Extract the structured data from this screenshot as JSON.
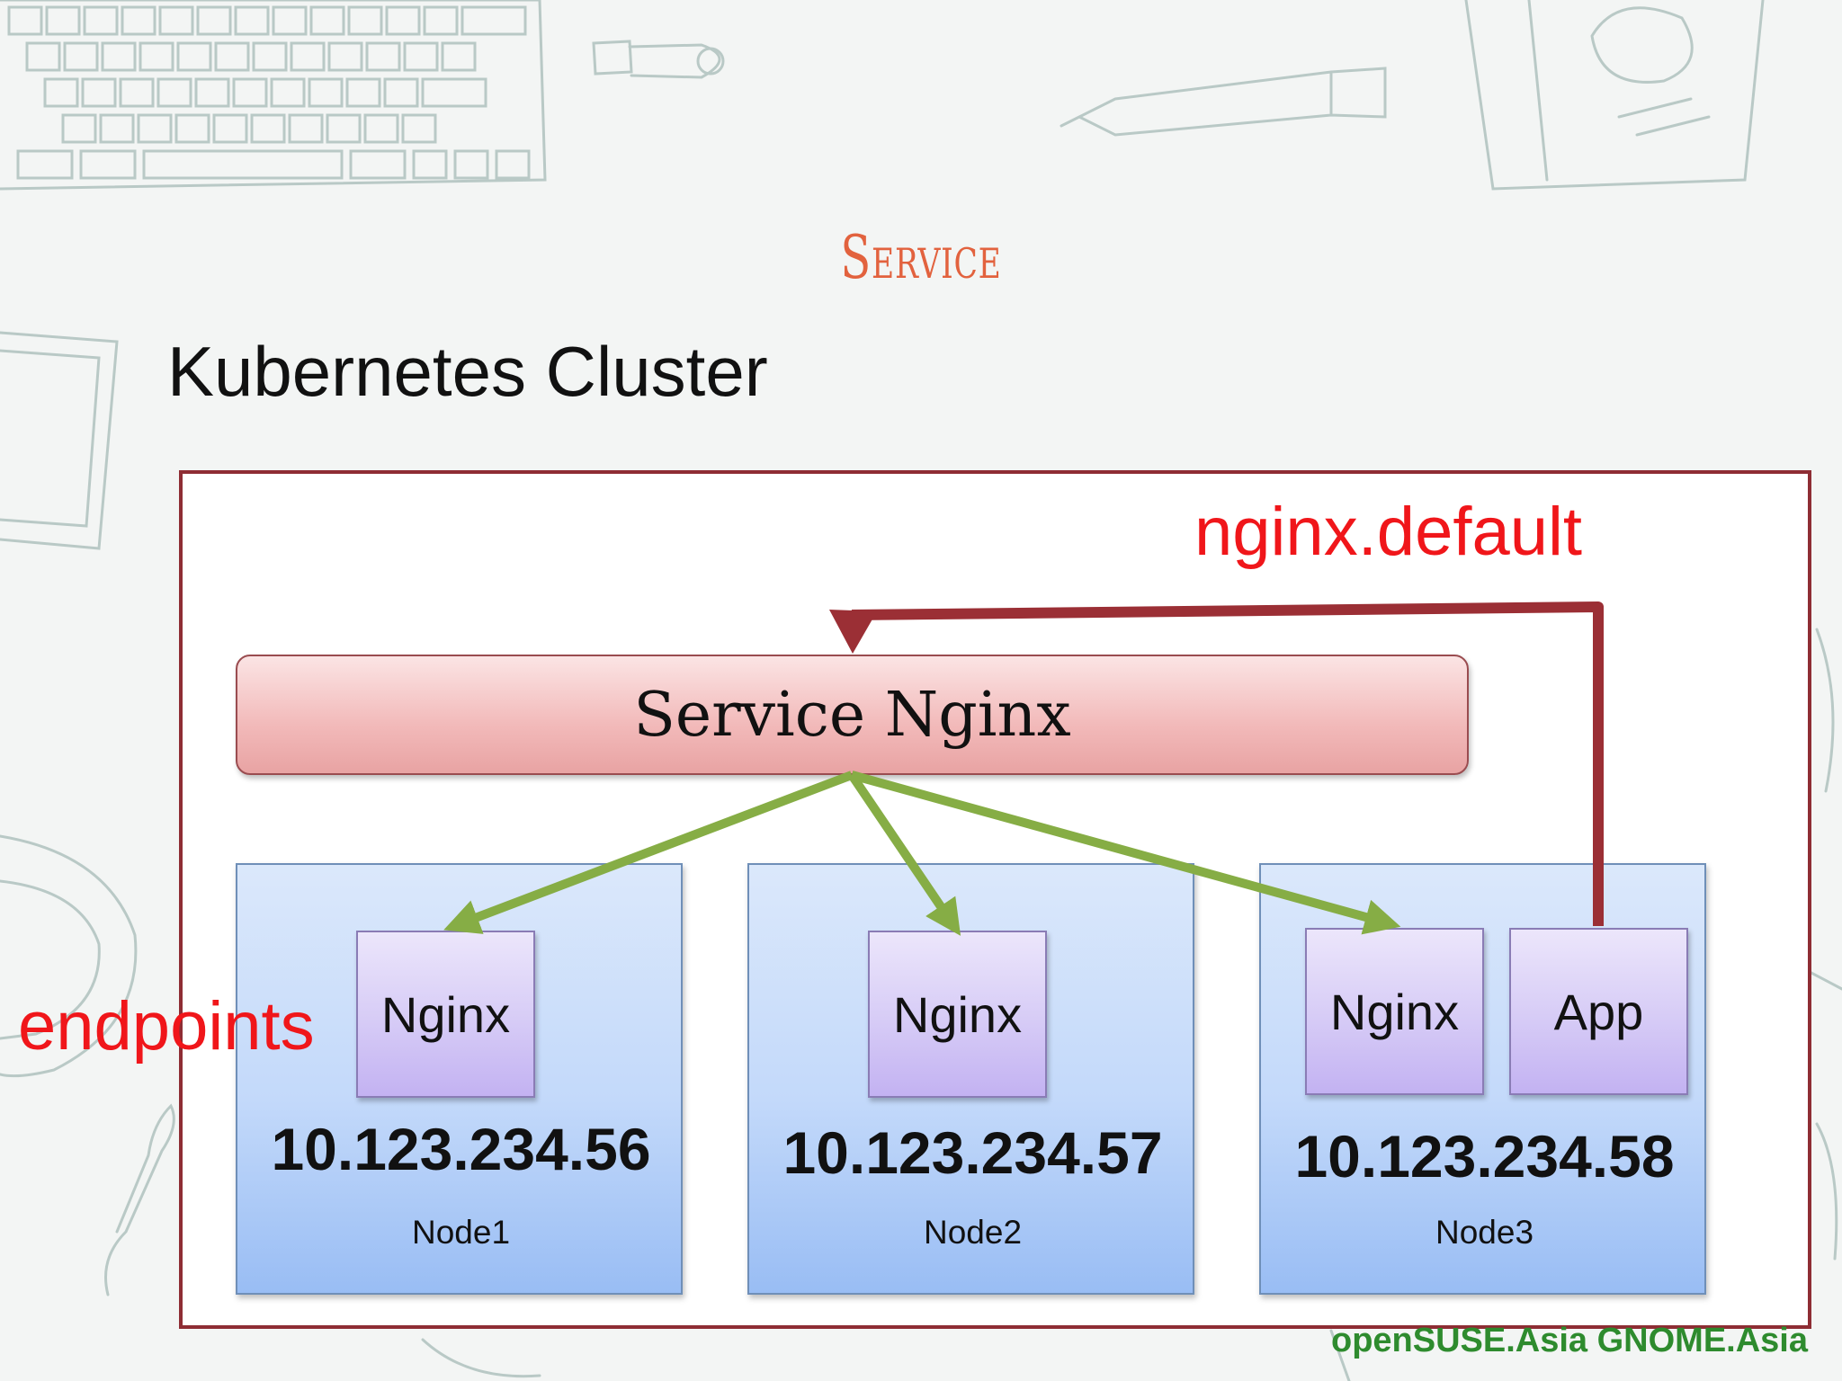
{
  "slide": {
    "title": "Service",
    "heading": "Kubernetes Cluster"
  },
  "diagram": {
    "service": {
      "label": "Service Nginx"
    },
    "dns_label": "nginx.default",
    "endpoints_label": "endpoints",
    "nodes": [
      {
        "name": "Node1",
        "ip": "10.123.234.56",
        "pods": [
          "Nginx"
        ]
      },
      {
        "name": "Node2",
        "ip": "10.123.234.57",
        "pods": [
          "Nginx"
        ]
      },
      {
        "name": "Node3",
        "ip": "10.123.234.58",
        "pods": [
          "Nginx",
          "App"
        ]
      }
    ]
  },
  "footer": {
    "text": "openSUSE.Asia GNOME.Asia"
  },
  "colors": {
    "title": "#e2623e",
    "cluster_border": "#8e2d34",
    "request_arrow": "#9b2f35",
    "endpoint_arrow": "#86ad45",
    "red_labels": "#f0161a",
    "footer": "#2e8b2e"
  }
}
